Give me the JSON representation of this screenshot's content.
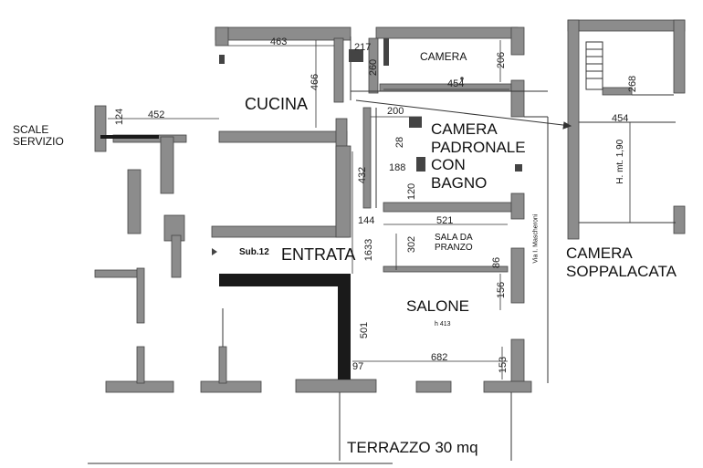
{
  "rooms": {
    "scale_servizio": "SCALE\nSERVIZIO",
    "cucina": "CUCINA",
    "camera": "CAMERA",
    "camera_padronale": "CAMERA\nPADRONALE\nCON\nBAGNO",
    "entrata": "ENTRATA",
    "sub": "Sub.12",
    "sala_da_pranzo": "SALA DA\nPRANZO",
    "salone": "SALONE",
    "salone_height": "h 413",
    "camera_soppalcata": "CAMERA\nSOPPALACATA",
    "terrazzo": "TERRAZZO 30 mq",
    "street": "Via I. Mascheroni",
    "mezzanine_height": "H. mt. 1,90"
  },
  "dimensions": {
    "d463": "463",
    "d217": "217",
    "d260": "260",
    "d206": "206",
    "d454_camera": "454",
    "d466": "466",
    "d124": "124",
    "d452": "452",
    "d200": "200",
    "d28": "28",
    "d188": "188",
    "d120": "120",
    "d432": "432",
    "d144": "144",
    "d521": "521",
    "d302": "302",
    "d86": "86",
    "d1633": "1633",
    "d156": "156",
    "d501": "501",
    "d682": "682",
    "d97": "97",
    "d153": "153",
    "d268": "268",
    "d454_sopp": "454"
  }
}
